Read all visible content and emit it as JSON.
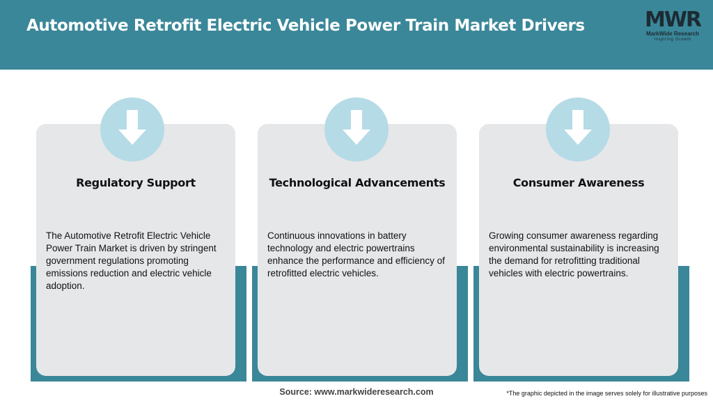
{
  "header": {
    "title": "Automotive Retrofit Electric Vehicle Power Train Market Drivers"
  },
  "logo": {
    "mark": "MWR",
    "name": "MarkWide Research",
    "tagline": "Inspiring Growth"
  },
  "cards": [
    {
      "title": "Regulatory Support",
      "text": "The Automotive Retrofit Electric Vehicle Power Train Market is driven by stringent government regulations promoting emissions reduction and electric vehicle adoption.",
      "icon": "arrow-down-icon"
    },
    {
      "title": "Technological Advancements",
      "text": "Continuous innovations in battery technology and electric powertrains enhance the performance and efficiency of retrofitted electric vehicles.",
      "icon": "arrow-down-icon"
    },
    {
      "title": "Consumer Awareness",
      "text": "Growing consumer awareness regarding environmental sustainability is increasing the demand for retrofitting traditional vehicles with electric powertrains.",
      "icon": "arrow-down-icon"
    }
  ],
  "footer": {
    "source": "Source: www.markwideresearch.com",
    "disclaimer": "*The graphic depicted in the image serves solely for illustrative purposes"
  },
  "colors": {
    "accent": "#3a8799",
    "icon_circle": "#b5dbe6",
    "card_bg": "#e6e7e9"
  }
}
